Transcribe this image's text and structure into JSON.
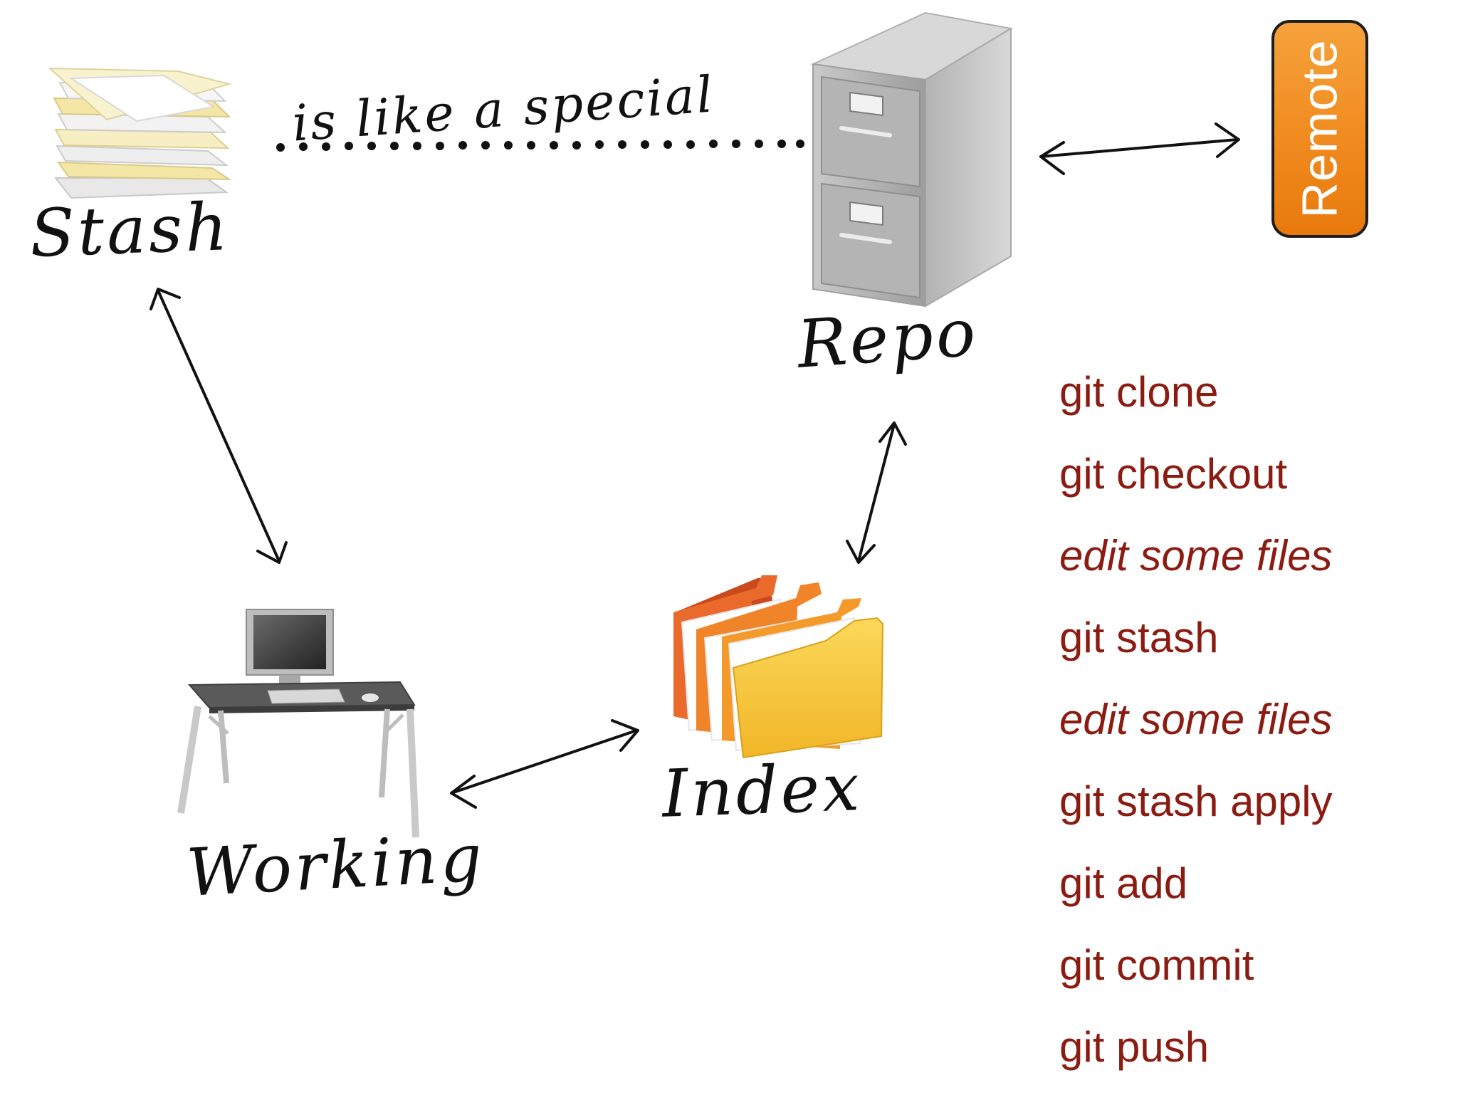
{
  "nodes": {
    "stash": {
      "label": "Stash",
      "icon": "paper-stack-icon"
    },
    "repo": {
      "label": "Repo",
      "icon": "filing-cabinet-icon"
    },
    "index": {
      "label": "Index",
      "icon": "folders-icon"
    },
    "working": {
      "label": "Working",
      "icon": "computer-desk-icon"
    },
    "remote": {
      "label": "Remote"
    }
  },
  "relation_label": "is like a special",
  "commands": [
    {
      "text": "git clone",
      "italic": false
    },
    {
      "text": "git checkout",
      "italic": false
    },
    {
      "text": "edit some files",
      "italic": true
    },
    {
      "text": "git stash",
      "italic": false
    },
    {
      "text": "edit some files",
      "italic": true
    },
    {
      "text": "git stash apply",
      "italic": false
    },
    {
      "text": "git add",
      "italic": false
    },
    {
      "text": "git commit",
      "italic": false
    },
    {
      "text": "git push",
      "italic": false
    }
  ],
  "colors": {
    "command_text": "#8a1c12",
    "remote_fill": "#f08b1f",
    "ink": "#111111"
  }
}
